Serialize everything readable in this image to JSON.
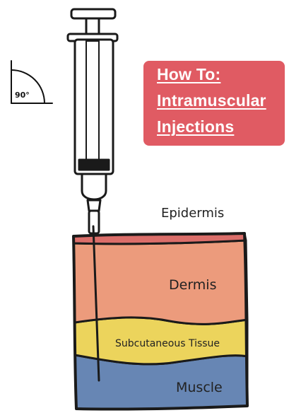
{
  "angle_indicator": {
    "value": "90°",
    "icon": "right-angle-icon"
  },
  "title": {
    "lines": [
      "How To:",
      "Intramuscular",
      "Injections"
    ],
    "color": "#e05b63"
  },
  "labels": {
    "epidermis": "Epidermis",
    "dermis": "Dermis",
    "subcutaneous": "Subcutaneous Tissue",
    "muscle": "Muscle"
  },
  "colors": {
    "epidermis": "#db6e6a",
    "dermis": "#ec9b7c",
    "subcutaneous": "#ecd45c",
    "muscle": "#6786b4",
    "outline": "#1a1a1a"
  }
}
